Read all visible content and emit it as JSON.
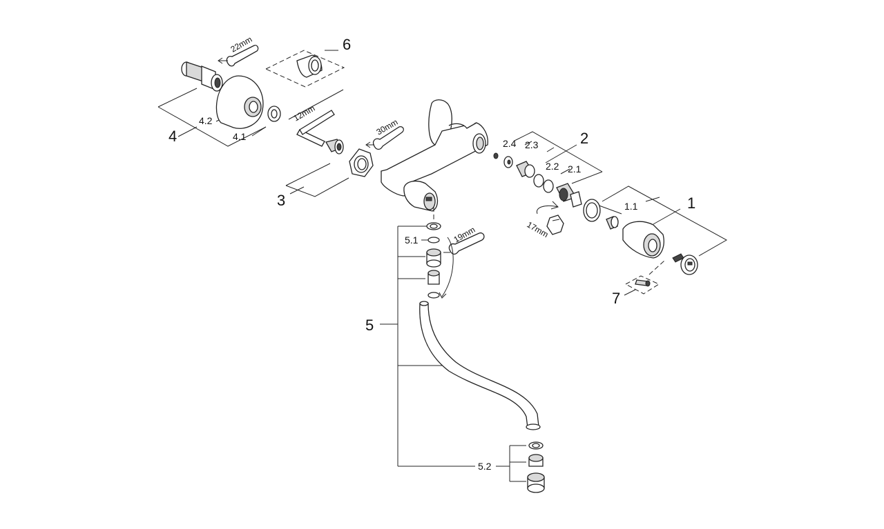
{
  "labels": {
    "p1": "1",
    "p1_1": "1.1",
    "p2": "2",
    "p2_1": "2.1",
    "p2_2": "2.2",
    "p2_3": "2.3",
    "p2_4": "2.4",
    "p3": "3",
    "p4": "4",
    "p4_1": "4.1",
    "p4_2": "4.2",
    "p5": "5",
    "p5_1": "5.1",
    "p5_2": "5.2",
    "p6": "6",
    "p7": "7"
  },
  "tools": {
    "wrench_22": "22mm",
    "hex_key_12": "12mm",
    "wrench_30": "30mm",
    "socket_17": "17mm",
    "wrench_19": "19mm"
  }
}
